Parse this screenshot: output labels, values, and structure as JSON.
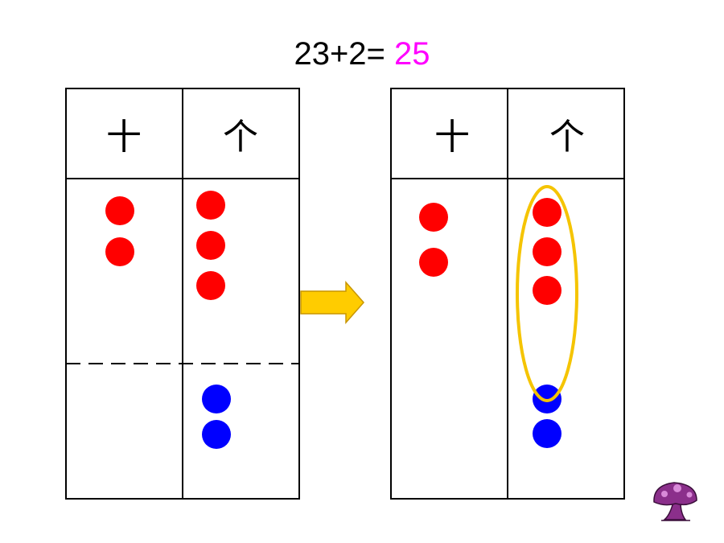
{
  "equation": {
    "expression": "23+2=",
    "answer": "25"
  },
  "colors": {
    "text": "#000000",
    "answer": "#ff00ff",
    "tens_unit_dots": "#ff0000",
    "added_dots": "#0000ff",
    "group_ring": "#f5c400",
    "arrow_fill": "#ffcc00",
    "arrow_stroke": "#c89600",
    "mushroom": "#8b2f8b"
  },
  "left_table": {
    "headers": [
      "十",
      "个"
    ],
    "top_part": {
      "tens_dots": 2,
      "ones_dots": 3
    },
    "bottom_part": {
      "tens_dots": 0,
      "ones_dots": 2
    },
    "divider": "dashed"
  },
  "right_table": {
    "headers": [
      "十",
      "个"
    ],
    "tens_dots": 2,
    "ones_red_dots": 3,
    "ones_blue_dots": 2,
    "ones_grouped_ring": true
  },
  "icons": {
    "arrow": "right-arrow-icon",
    "corner": "mushroom-icon"
  }
}
